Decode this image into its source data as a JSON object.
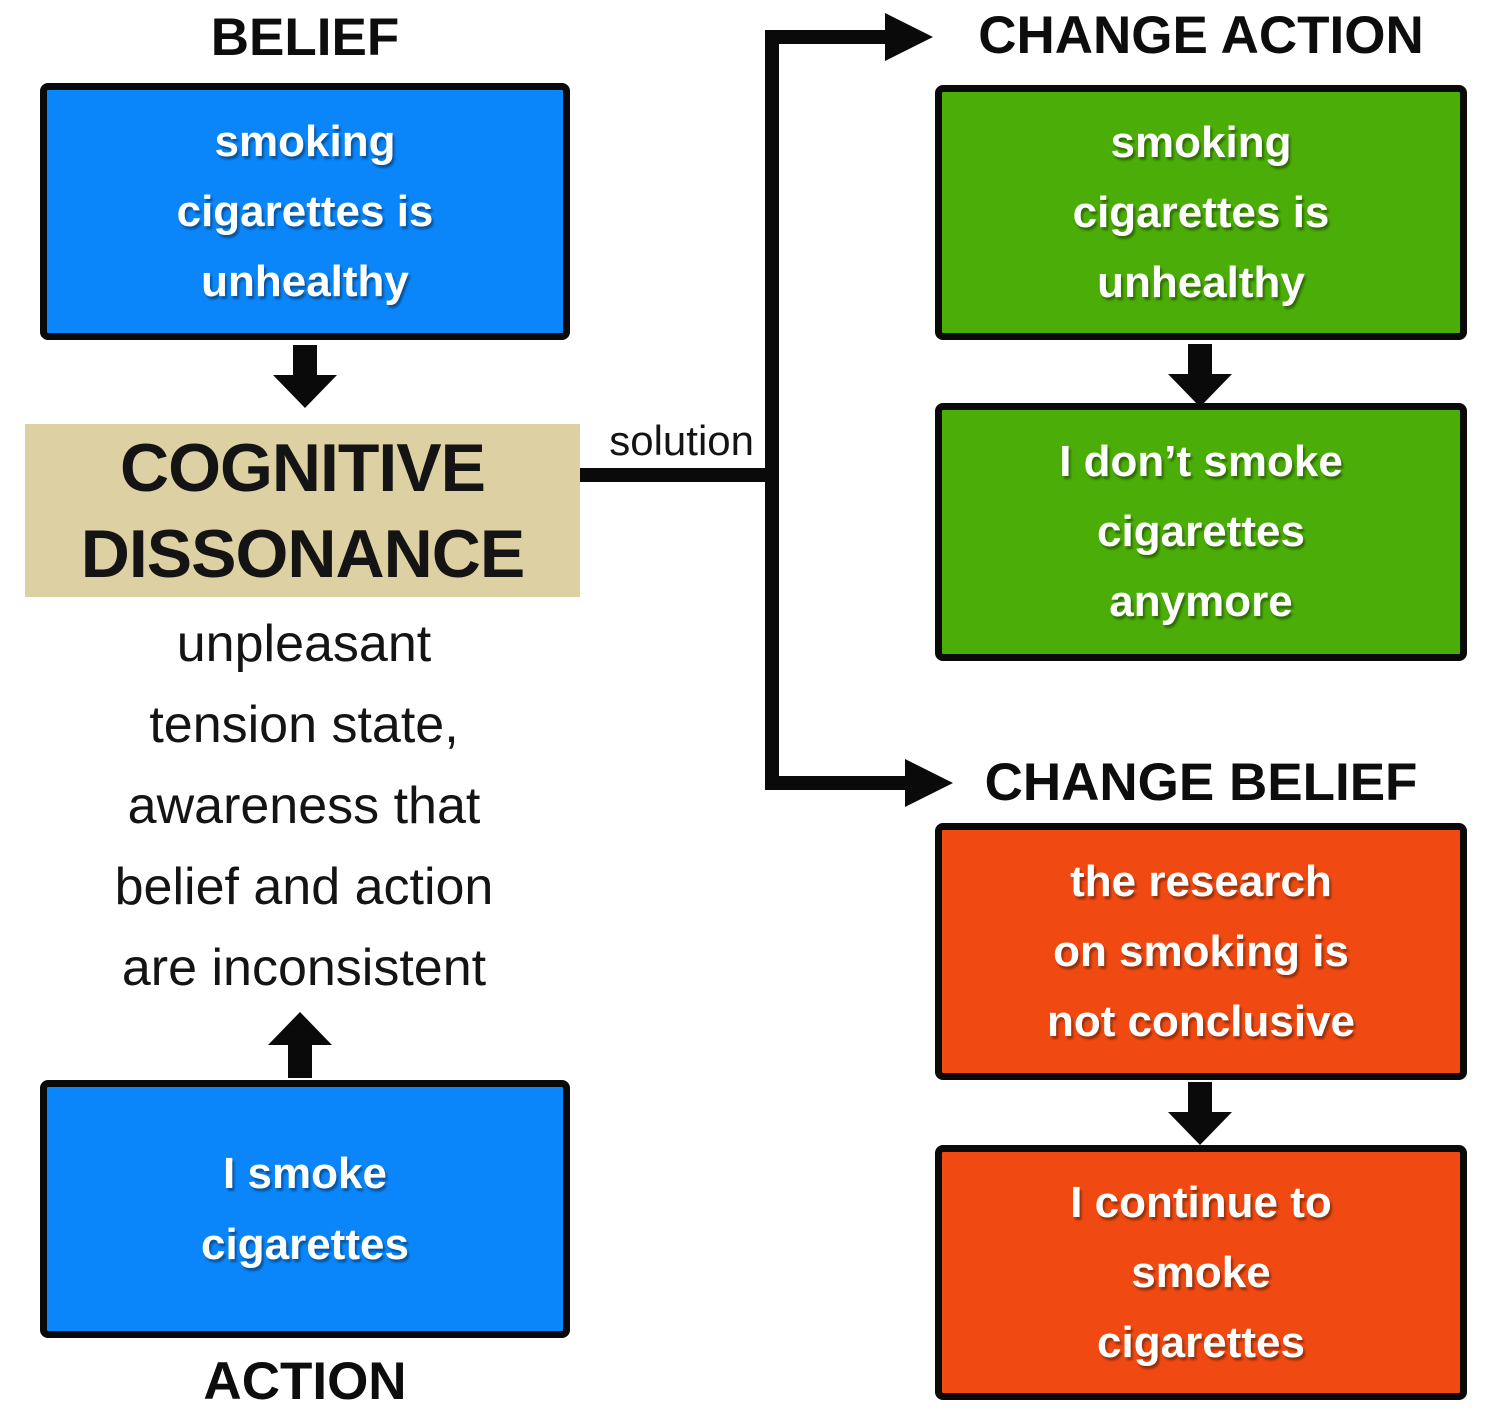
{
  "palette": {
    "blue": "#0b86fa",
    "green": "#4bad07",
    "orange": "#f04a12",
    "tan": "#ddd0a2",
    "line": "#0a0a0a"
  },
  "left": {
    "belief_label": "BELIEF",
    "belief_box": "smoking\ncigarettes is\nunhealthy",
    "dissonance_title": "COGNITIVE\nDISSONANCE",
    "dissonance_description": "unpleasant\ntension state,\nawareness that\nbelief and action\nare inconsistent",
    "action_box": "I smoke\ncigarettes",
    "action_label": "ACTION"
  },
  "connector": {
    "solution_label": "solution"
  },
  "right": {
    "change_action_label": "CHANGE ACTION",
    "change_action_box1": "smoking\ncigarettes is\nunhealthy",
    "change_action_box2": "I don’t smoke\ncigarettes\nanymore",
    "change_belief_label": "CHANGE BELIEF",
    "change_belief_box1": "the research\non smoking is\nnot conclusive",
    "change_belief_box2": "I continue to\nsmoke\ncigarettes"
  }
}
